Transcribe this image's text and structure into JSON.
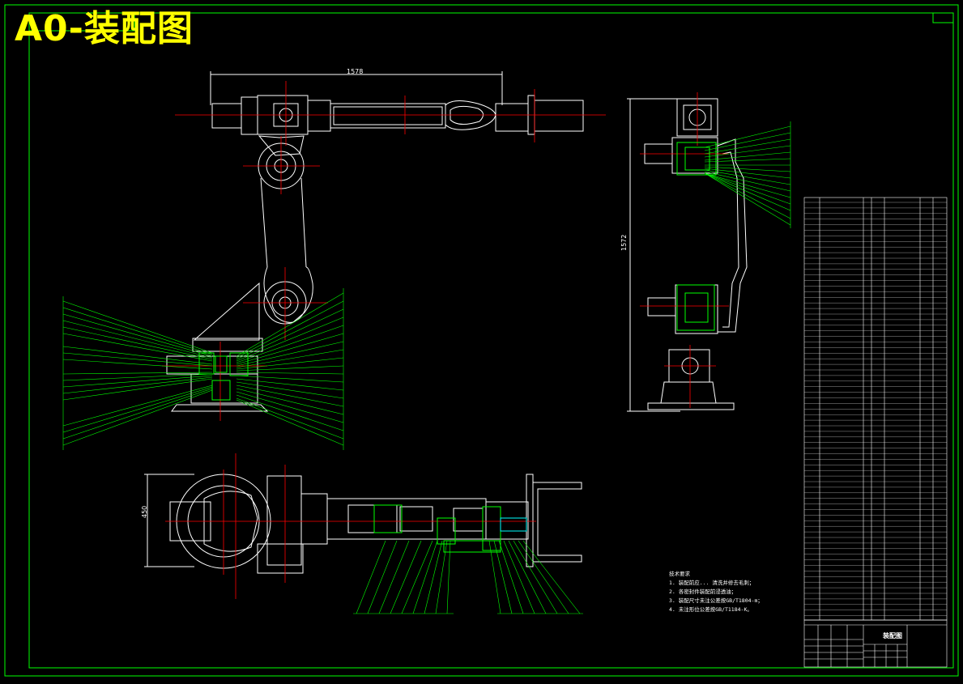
{
  "drawing": {
    "title": "A0-装配图",
    "dimension_top": "1578",
    "dimension_side": "1572",
    "dimension_plan": "450",
    "title_block_name": "装配图",
    "technical_requirements": {
      "heading": "技术要求",
      "lines": [
        "1. 装配前应... 清洗并修去毛刺；",
        "2. 各密封件装配前浸透油；",
        "3. 装配尺寸未注公差按GB/T1804-m；",
        "4. 未注形位公差按GB/T1184-K。"
      ]
    },
    "colors": {
      "background": "#000000",
      "frame": "#00ff00",
      "title": "#ffff00",
      "outline": "#ffffff",
      "centerline": "#ff0000",
      "leaders": "#00ff00",
      "section": "#00ff00",
      "highlight": "#00ffff"
    }
  }
}
